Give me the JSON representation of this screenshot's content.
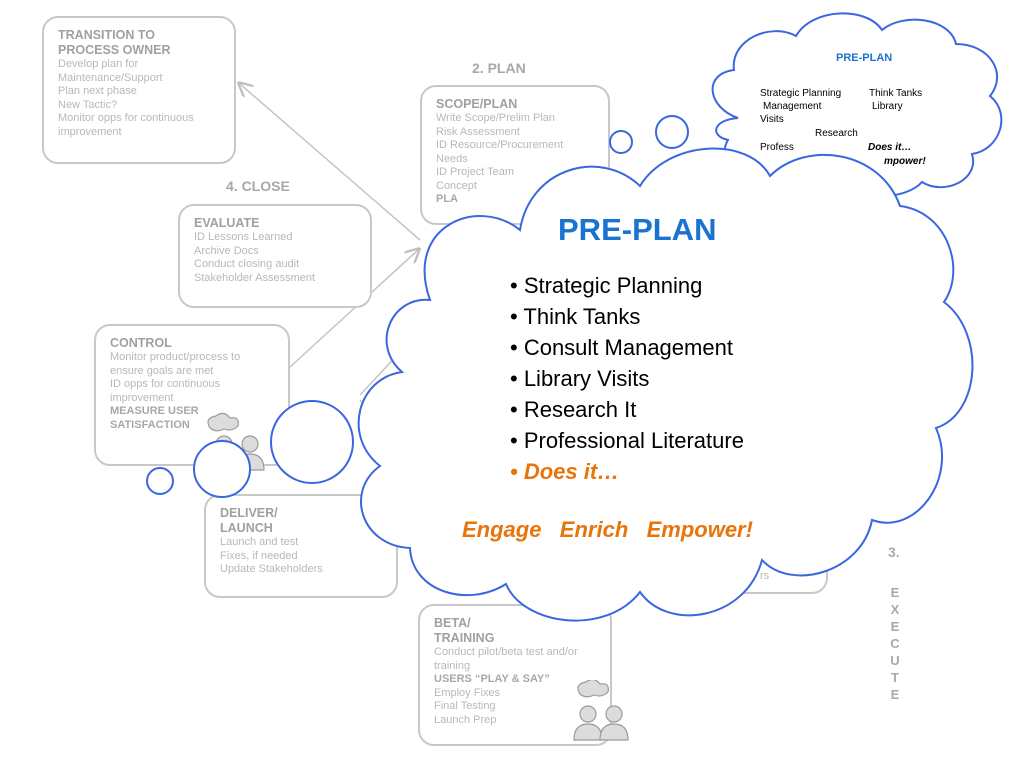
{
  "phases": {
    "plan": "2. PLAN",
    "close": "4. CLOSE",
    "execute_number": "3.",
    "execute_letters": "E\nX\nE\nC\nU\nT\nE"
  },
  "boxes": {
    "transition": {
      "title": "TRANSITION TO\nPROCESS OWNER",
      "lines": [
        "Develop plan for",
        "Maintenance/Support",
        "Plan next phase",
        "New Tactic?",
        "Monitor opps for continuous",
        "improvement"
      ]
    },
    "scope": {
      "title": "SCOPE/PLAN",
      "lines": [
        "Write Scope/Prelim Plan",
        "Risk Assessment",
        "ID Resource/Procurement",
        "Needs",
        "ID Project Team",
        "Concept",
        "PLA"
      ]
    },
    "evaluate": {
      "title": "EVALUATE",
      "lines": [
        "ID Lessons Learned",
        "Archive Docs",
        "Conduct closing audit",
        "Stakeholder Assessment"
      ]
    },
    "control": {
      "title": "CONTROL",
      "lines": [
        "Monitor product/process to",
        "ensure goals are met",
        "ID opps for continuous",
        "improvement"
      ],
      "bold": "MEASURE USER\nSATISFACTION"
    },
    "deliver": {
      "title": "DELIVER/\nLAUNCH",
      "lines": [
        "Launch and test",
        "Fixes, if needed",
        "Update Stakeholders"
      ]
    },
    "beta": {
      "title": "BETA/\nTRAINING",
      "lines": [
        "Conduct pilot/beta test and/or",
        "training"
      ],
      "bold": "USERS “PLAY & SAY”",
      "lines2": [
        "Employ Fixes",
        "Final Testing",
        "Launch Prep"
      ]
    },
    "hidden_right": {
      "fragment": "rs"
    }
  },
  "small_cloud": {
    "title": "PRE-PLAN",
    "row1_a": "Strategic Planning",
    "row1_b": "Think Tanks",
    "row2_a": "Management",
    "row2_b": "Library",
    "row3": "Visits",
    "row4": "Research",
    "row5_a": "Profess",
    "row5_b": "Does it…",
    "row6": "mpower!"
  },
  "big_cloud": {
    "title": "PRE-PLAN",
    "items": [
      "• Strategic Planning",
      "• Think Tanks",
      "• Consult Management",
      "• Library Visits",
      "• Research  It",
      "• Professional Literature"
    ],
    "highlight": "• Does it…",
    "tagline": "Engage   Enrich   Empower!"
  },
  "icons": {
    "people_control": "people-icon",
    "people_beta": "people-icon"
  },
  "colors": {
    "cloud_outline": "#3a66e0",
    "title_blue": "#1a73d0",
    "accent_orange": "#e8750a",
    "box_border": "#c8c8c8",
    "text_gray": "#b8b8b8"
  }
}
